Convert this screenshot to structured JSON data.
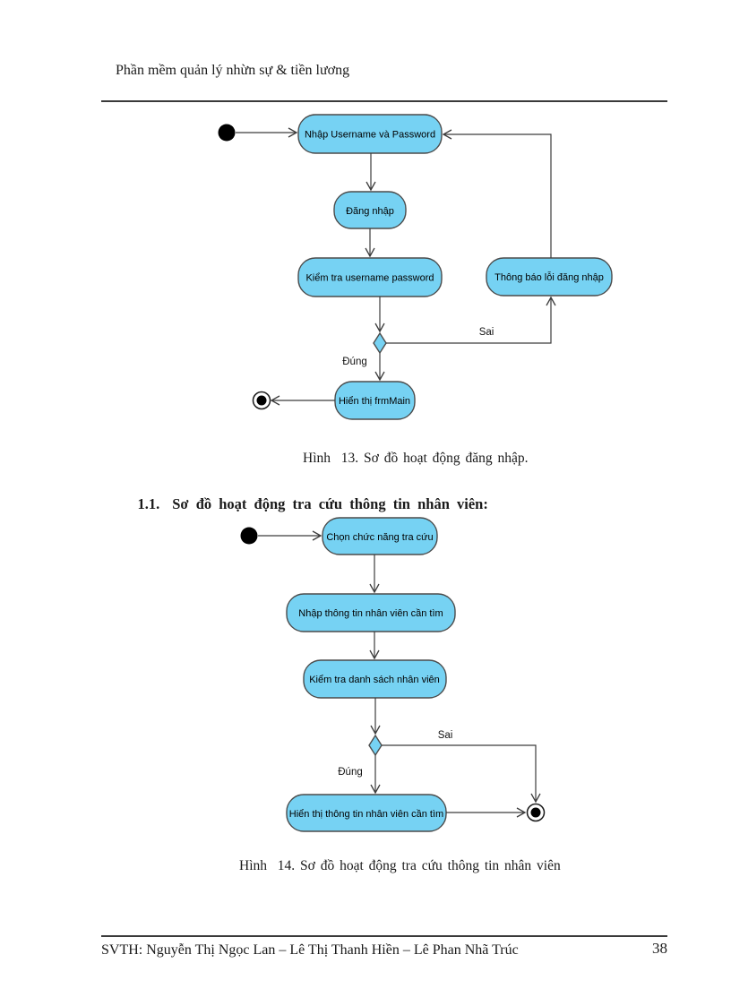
{
  "header": {
    "title": "Phần mềm quản lý nhừn sự & tiền lương"
  },
  "diagram1": {
    "nodes": {
      "n1": "Nhập Username và Password",
      "n2": "Đăng nhập",
      "n3": "Kiểm tra username password",
      "n4": "Thông báo lỗi đăng nhập",
      "n5": "Hiển thị frmMain"
    },
    "labels": {
      "yes": "Đúng",
      "no": "Sai"
    },
    "caption": "Hình  13. Sơ đồ hoạt động đăng nhập."
  },
  "section": {
    "number": "1.1.",
    "title": "Sơ đồ hoạt động tra cứu thông tin nhân viên:"
  },
  "diagram2": {
    "nodes": {
      "n1": "Chọn chức năng tra cứu",
      "n2": "Nhập thông tin nhân viên cần tìm",
      "n3": "Kiểm tra danh sách nhân viên",
      "n4": "Hiển thị thông tin nhân viên cần tìm"
    },
    "labels": {
      "yes": "Đúng",
      "no": "Sai"
    },
    "caption": "Hình  14. Sơ đồ hoạt động tra cứu thông tin nhân viên"
  },
  "footer": {
    "authors": "SVTH: Nguyễn Thị Ngọc Lan – Lê Thị Thanh Hiền – Lê Phan Nhã Trúc",
    "page": "38"
  },
  "colors": {
    "node_fill": "#76d2f3",
    "node_border": "#4b4b4b",
    "line": "#3c3c3c"
  }
}
